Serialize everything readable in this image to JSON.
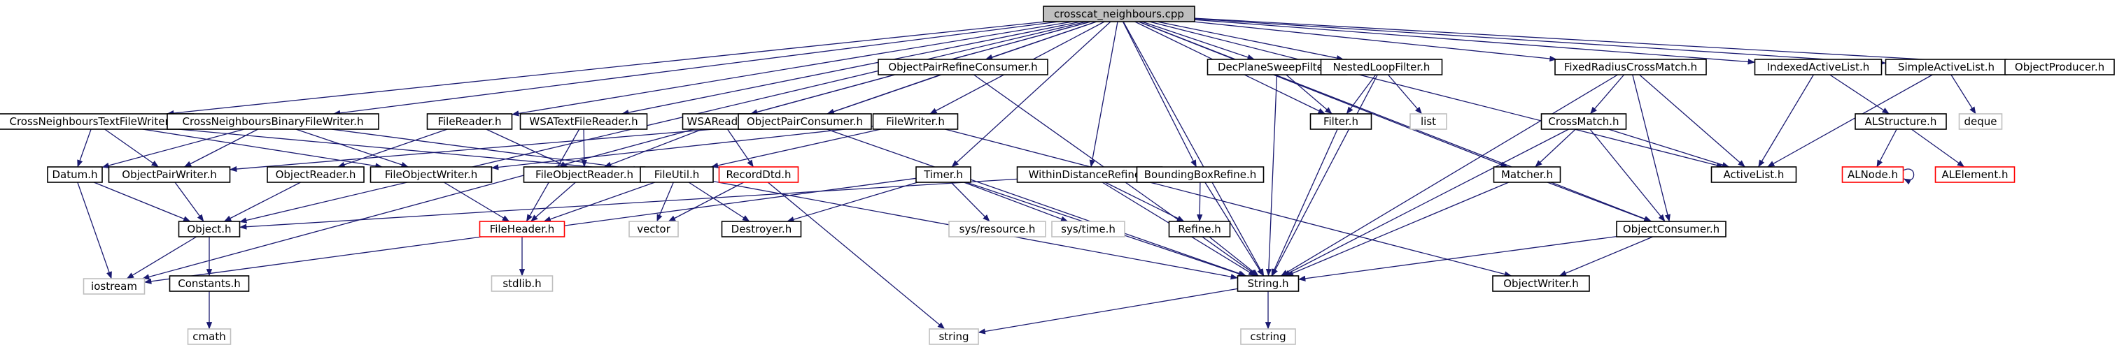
{
  "graph": {
    "root": "crosscat_neighbours.cpp",
    "colors": {
      "edge": "#191970",
      "normal_border": "#000000",
      "root_fill": "#bfbfbf",
      "external_border": "#bfbfbf",
      "external_text": "#555555",
      "missing_border": "#ff0000"
    },
    "nodes": [
      {
        "id": "root",
        "label": "crosscat_neighbours.cpp",
        "kind": "root"
      },
      {
        "id": "iostream",
        "label": "iostream",
        "kind": "external"
      },
      {
        "id": "CNTFW",
        "label": "CrossNeighboursTextFileWriter.h",
        "kind": "normal"
      },
      {
        "id": "CNBFW",
        "label": "CrossNeighboursBinaryFileWriter.h",
        "kind": "normal"
      },
      {
        "id": "FileReader",
        "label": "FileReader.h",
        "kind": "normal"
      },
      {
        "id": "WSATFR",
        "label": "WSATextFileReader.h",
        "kind": "normal"
      },
      {
        "id": "WSAReader",
        "label": "WSAReader.h",
        "kind": "normal"
      },
      {
        "id": "OPRC",
        "label": "ObjectPairRefineConsumer.h",
        "kind": "normal"
      },
      {
        "id": "OPC",
        "label": "ObjectPairConsumer.h",
        "kind": "normal"
      },
      {
        "id": "FileWriter",
        "label": "FileWriter.h",
        "kind": "normal"
      },
      {
        "id": "DPSF",
        "label": "DecPlaneSweepFilter.h",
        "kind": "normal"
      },
      {
        "id": "NLF",
        "label": "NestedLoopFilter.h",
        "kind": "normal"
      },
      {
        "id": "list",
        "label": "list",
        "kind": "external"
      },
      {
        "id": "FRCM",
        "label": "FixedRadiusCrossMatch.h",
        "kind": "normal"
      },
      {
        "id": "IAL",
        "label": "IndexedActiveList.h",
        "kind": "normal"
      },
      {
        "id": "SAL",
        "label": "SimpleActiveList.h",
        "kind": "normal"
      },
      {
        "id": "deque",
        "label": "deque",
        "kind": "external"
      },
      {
        "id": "OProducer",
        "label": "ObjectProducer.h",
        "kind": "normal"
      },
      {
        "id": "Datum",
        "label": "Datum.h",
        "kind": "normal"
      },
      {
        "id": "OPW",
        "label": "ObjectPairWriter.h",
        "kind": "normal"
      },
      {
        "id": "OReader",
        "label": "ObjectReader.h",
        "kind": "normal"
      },
      {
        "id": "FOW",
        "label": "FileObjectWriter.h",
        "kind": "normal"
      },
      {
        "id": "FOR",
        "label": "FileObjectReader.h",
        "kind": "normal"
      },
      {
        "id": "FileUtil",
        "label": "FileUtil.h",
        "kind": "normal"
      },
      {
        "id": "RecordDtd",
        "label": "RecordDtd.h",
        "kind": "missing"
      },
      {
        "id": "Timer",
        "label": "Timer.h",
        "kind": "normal"
      },
      {
        "id": "WDR",
        "label": "WithinDistanceRefine.h",
        "kind": "normal"
      },
      {
        "id": "BBR",
        "label": "BoundingBoxRefine.h",
        "kind": "normal"
      },
      {
        "id": "Filter",
        "label": "Filter.h",
        "kind": "normal"
      },
      {
        "id": "CrossMatch",
        "label": "CrossMatch.h",
        "kind": "normal"
      },
      {
        "id": "ALStructure",
        "label": "ALStructure.h",
        "kind": "normal"
      },
      {
        "id": "ActiveList",
        "label": "ActiveList.h",
        "kind": "normal"
      },
      {
        "id": "Matcher",
        "label": "Matcher.h",
        "kind": "normal"
      },
      {
        "id": "ALNode",
        "label": "ALNode.h",
        "kind": "missing"
      },
      {
        "id": "ALElement",
        "label": "ALElement.h",
        "kind": "missing"
      },
      {
        "id": "Object",
        "label": "Object.h",
        "kind": "normal"
      },
      {
        "id": "FileHeader",
        "label": "FileHeader.h",
        "kind": "missing"
      },
      {
        "id": "vector",
        "label": "vector",
        "kind": "external"
      },
      {
        "id": "Destroyer",
        "label": "Destroyer.h",
        "kind": "normal"
      },
      {
        "id": "sysres",
        "label": "sys/resource.h",
        "kind": "external"
      },
      {
        "id": "systime",
        "label": "sys/time.h",
        "kind": "external"
      },
      {
        "id": "Refine",
        "label": "Refine.h",
        "kind": "normal"
      },
      {
        "id": "OConsumer",
        "label": "ObjectConsumer.h",
        "kind": "normal"
      },
      {
        "id": "Constants",
        "label": "Constants.h",
        "kind": "normal"
      },
      {
        "id": "stdlib",
        "label": "stdlib.h",
        "kind": "external"
      },
      {
        "id": "String",
        "label": "String.h",
        "kind": "normal"
      },
      {
        "id": "OWriter",
        "label": "ObjectWriter.h",
        "kind": "normal"
      },
      {
        "id": "cmath",
        "label": "cmath",
        "kind": "external"
      },
      {
        "id": "string",
        "label": "string",
        "kind": "external"
      },
      {
        "id": "cstring",
        "label": "cstring",
        "kind": "external"
      }
    ],
    "edges": [
      [
        "root",
        "iostream"
      ],
      [
        "root",
        "CNTFW"
      ],
      [
        "root",
        "CNBFW"
      ],
      [
        "root",
        "FileReader"
      ],
      [
        "root",
        "WSATFR"
      ],
      [
        "root",
        "WSAReader"
      ],
      [
        "root",
        "OPRC"
      ],
      [
        "root",
        "OPC"
      ],
      [
        "root",
        "FileWriter"
      ],
      [
        "root",
        "DPSF"
      ],
      [
        "root",
        "NLF"
      ],
      [
        "root",
        "FRCM"
      ],
      [
        "root",
        "IAL"
      ],
      [
        "root",
        "SAL"
      ],
      [
        "root",
        "OProducer"
      ],
      [
        "root",
        "Object"
      ],
      [
        "root",
        "Timer"
      ],
      [
        "root",
        "WDR"
      ],
      [
        "root",
        "BBR"
      ],
      [
        "root",
        "Filter"
      ],
      [
        "root",
        "String"
      ],
      [
        "root",
        "Matcher"
      ],
      [
        "root",
        "OConsumer"
      ],
      [
        "root",
        "ActiveList"
      ],
      [
        "CNTFW",
        "Datum"
      ],
      [
        "CNTFW",
        "OPW"
      ],
      [
        "CNTFW",
        "FOW"
      ],
      [
        "CNTFW",
        "FileUtil"
      ],
      [
        "CNBFW",
        "Datum"
      ],
      [
        "CNBFW",
        "OPW"
      ],
      [
        "CNBFW",
        "FOW"
      ],
      [
        "CNBFW",
        "FileUtil"
      ],
      [
        "FileReader",
        "OReader"
      ],
      [
        "FileReader",
        "FOR"
      ],
      [
        "WSATFR",
        "FOR"
      ],
      [
        "WSATFR",
        "FileHeader"
      ],
      [
        "WSAReader",
        "FOR"
      ],
      [
        "WSAReader",
        "RecordDtd"
      ],
      [
        "OPRC",
        "OPC"
      ],
      [
        "OPRC",
        "String"
      ],
      [
        "OPC",
        "OPW"
      ],
      [
        "OPC",
        "String"
      ],
      [
        "FileWriter",
        "FOW"
      ],
      [
        "FileWriter",
        "FileUtil"
      ],
      [
        "FileWriter",
        "OWriter"
      ],
      [
        "DPSF",
        "Filter"
      ],
      [
        "DPSF",
        "String"
      ],
      [
        "NLF",
        "Filter"
      ],
      [
        "NLF",
        "list"
      ],
      [
        "NLF",
        "String"
      ],
      [
        "FRCM",
        "CrossMatch"
      ],
      [
        "FRCM",
        "ActiveList"
      ],
      [
        "FRCM",
        "OConsumer"
      ],
      [
        "FRCM",
        "String"
      ],
      [
        "IAL",
        "ALStructure"
      ],
      [
        "IAL",
        "ActiveList"
      ],
      [
        "SAL",
        "deque"
      ],
      [
        "SAL",
        "ActiveList"
      ],
      [
        "Datum",
        "Object"
      ],
      [
        "Datum",
        "iostream"
      ],
      [
        "OPW",
        "Object"
      ],
      [
        "OReader",
        "Object"
      ],
      [
        "FOW",
        "FileHeader"
      ],
      [
        "FOR",
        "FileHeader"
      ],
      [
        "FileUtil",
        "FileHeader"
      ],
      [
        "FileUtil",
        "vector"
      ],
      [
        "FileUtil",
        "Destroyer"
      ],
      [
        "FileUtil",
        "String"
      ],
      [
        "RecordDtd",
        "vector"
      ],
      [
        "RecordDtd",
        "string"
      ],
      [
        "Timer",
        "iostream"
      ],
      [
        "Timer",
        "Destroyer"
      ],
      [
        "Timer",
        "sysres"
      ],
      [
        "Timer",
        "systime"
      ],
      [
        "Timer",
        "String"
      ],
      [
        "WDR",
        "Object"
      ],
      [
        "WDR",
        "Refine"
      ],
      [
        "WDR",
        "String"
      ],
      [
        "BBR",
        "Refine"
      ],
      [
        "BBR",
        "String"
      ],
      [
        "Filter",
        "String"
      ],
      [
        "CrossMatch",
        "Matcher"
      ],
      [
        "CrossMatch",
        "ActiveList"
      ],
      [
        "CrossMatch",
        "OConsumer"
      ],
      [
        "CrossMatch",
        "String"
      ],
      [
        "ALStructure",
        "ALNode"
      ],
      [
        "ALStructure",
        "ALElement"
      ],
      [
        "ALNode",
        "ALNode"
      ],
      [
        "Matcher",
        "OConsumer"
      ],
      [
        "Matcher",
        "String"
      ],
      [
        "Object",
        "iostream"
      ],
      [
        "Object",
        "Constants"
      ],
      [
        "Refine",
        "String"
      ],
      [
        "OConsumer",
        "String"
      ],
      [
        "OConsumer",
        "OWriter"
      ],
      [
        "Constants",
        "cmath"
      ],
      [
        "FileHeader",
        "stdlib"
      ],
      [
        "String",
        "string"
      ],
      [
        "String",
        "cstring"
      ]
    ]
  }
}
